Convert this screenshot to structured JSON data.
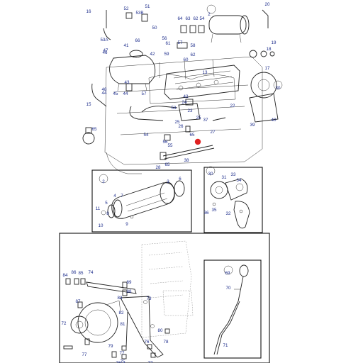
{
  "diagram": {
    "callout_color": "#1a2a8a",
    "marker_color": "#e02020",
    "circled_refs": [
      "2",
      "30",
      "69"
    ],
    "labels": {
      "top": [
        "16",
        "52",
        "53B",
        "51",
        "64",
        "63",
        "62",
        "54",
        "2",
        "20",
        "19",
        "18",
        "17",
        "50",
        "53A",
        "47",
        "46",
        "41",
        "66",
        "56",
        "61",
        "57",
        "59",
        "60",
        "58",
        "62",
        "42",
        "44",
        "48",
        "45",
        "44",
        "43",
        "57",
        "13",
        "42",
        "22",
        "23",
        "24",
        "25",
        "25",
        "15",
        "65",
        "53",
        "54",
        "56",
        "65",
        "55",
        "37",
        "26",
        "27",
        "38",
        "28",
        "65",
        "39",
        "40",
        "30"
      ],
      "inset_2": [
        "2",
        "3",
        "6",
        "4",
        "5",
        "7",
        "8",
        "9",
        "10",
        "11"
      ],
      "inset_30": [
        "30",
        "31",
        "33",
        "34",
        "35",
        "36",
        "32"
      ],
      "bottom": [
        "74",
        "84",
        "86",
        "85",
        "89",
        "88",
        "83",
        "73",
        "87",
        "82",
        "81",
        "72",
        "77",
        "79",
        "80",
        "76",
        "78",
        "77",
        "75",
        "76",
        "77",
        "69",
        "70",
        "71"
      ]
    }
  }
}
